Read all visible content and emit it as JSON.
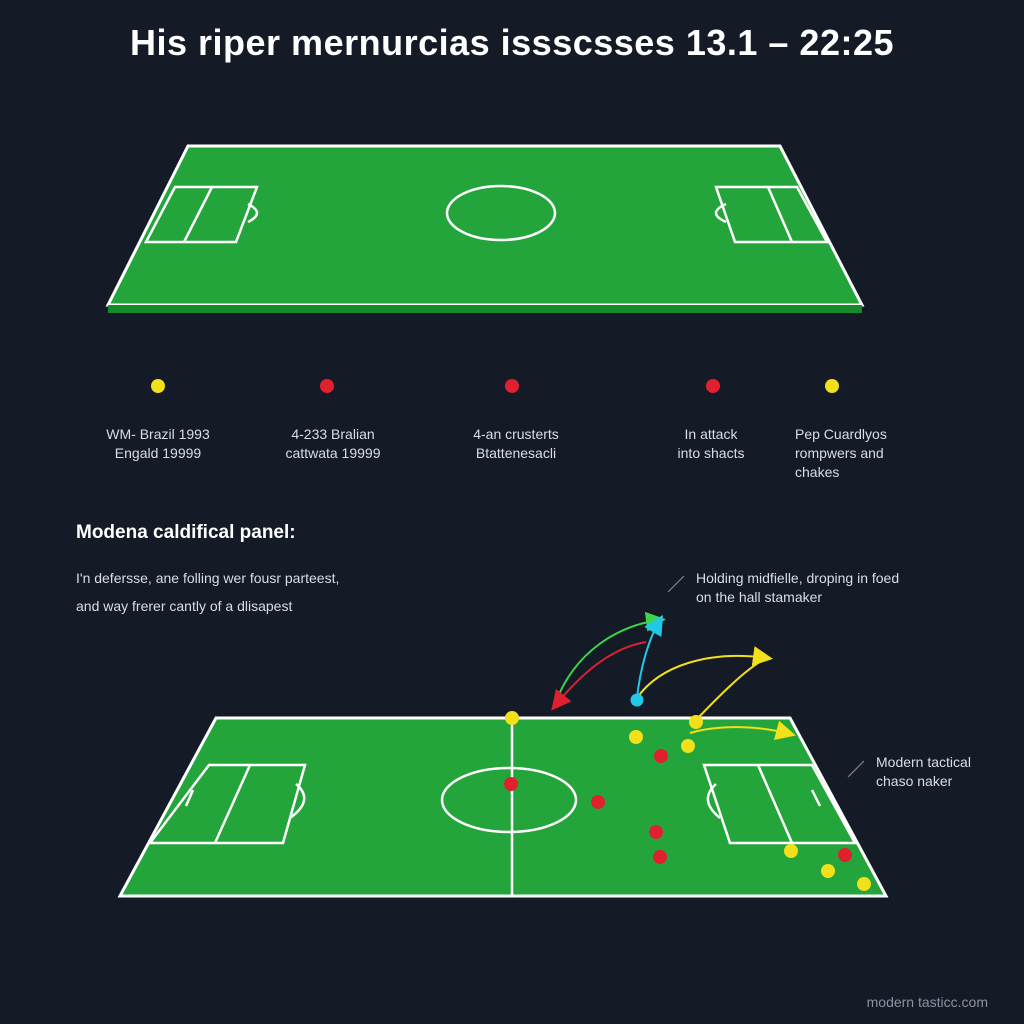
{
  "title": "His riper mernurcias issscsses  13.1 – 22:25",
  "colors": {
    "background": "#141b27",
    "pitch": "#22a33a",
    "pitch_line": "#ffffff",
    "yellow": "#f2e01a",
    "red": "#e0202e",
    "cyan": "#22c8e8",
    "green_arrow": "#3fd24a"
  },
  "legend": [
    {
      "color": "yellow",
      "label": "WM- Brazil 1993\nEngald 19999"
    },
    {
      "color": "red",
      "label": "4-233 Bralian\ncattwata 19999"
    },
    {
      "color": "red",
      "label": "4-an crusterts\nBtattenesacli"
    },
    {
      "color": "red",
      "label": "In attack\ninto shacts"
    },
    {
      "color": "yellow",
      "label": "Pep Cuardlyos\nrompwers and\nchakes"
    }
  ],
  "panel": {
    "heading": "Modena caldifical panel:",
    "line1": "I'n defersse, ane folling wer fousr parteest,",
    "line2": "and way frerer cantly of a dlisapest"
  },
  "callouts": {
    "holding": "Holding midfielle, droping in foed\non the hall stamaker",
    "modern": "Modern tactical\nchaso naker"
  },
  "footer": "modern tasticc.com"
}
